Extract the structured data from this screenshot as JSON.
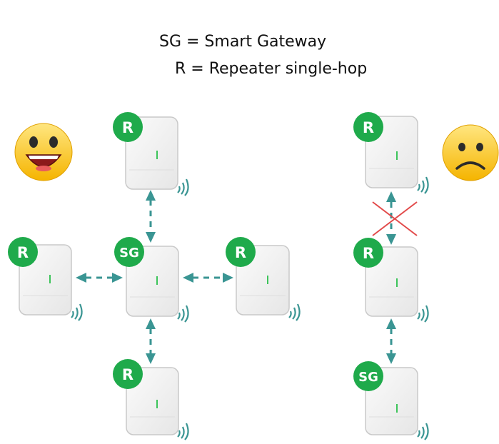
{
  "legend": {
    "line1": "SG = Smart Gateway",
    "line2": "R = Repeater single-hop"
  },
  "colors": {
    "badge_green": "#1faa4b",
    "arrow_teal": "#3a9593",
    "cross_red": "#e24a4a",
    "device_body": "#f3f3f3",
    "device_edge": "#c9c9c9",
    "led_green": "#3cc45a"
  },
  "left_network": {
    "mood": "happy-face",
    "nodes": [
      {
        "id": "top",
        "label": "R"
      },
      {
        "id": "left",
        "label": "R"
      },
      {
        "id": "center",
        "label": "SG"
      },
      {
        "id": "right",
        "label": "R"
      },
      {
        "id": "bottom",
        "label": "R"
      }
    ],
    "links": [
      {
        "from": "top",
        "to": "center",
        "status": "ok"
      },
      {
        "from": "left",
        "to": "center",
        "status": "ok"
      },
      {
        "from": "right",
        "to": "center",
        "status": "ok"
      },
      {
        "from": "bottom",
        "to": "center",
        "status": "ok"
      }
    ]
  },
  "right_network": {
    "mood": "sad-face",
    "nodes": [
      {
        "id": "top",
        "label": "R"
      },
      {
        "id": "middle",
        "label": "R"
      },
      {
        "id": "bottom",
        "label": "SG"
      }
    ],
    "links": [
      {
        "from": "top",
        "to": "middle",
        "status": "blocked"
      },
      {
        "from": "middle",
        "to": "bottom",
        "status": "ok"
      }
    ]
  }
}
